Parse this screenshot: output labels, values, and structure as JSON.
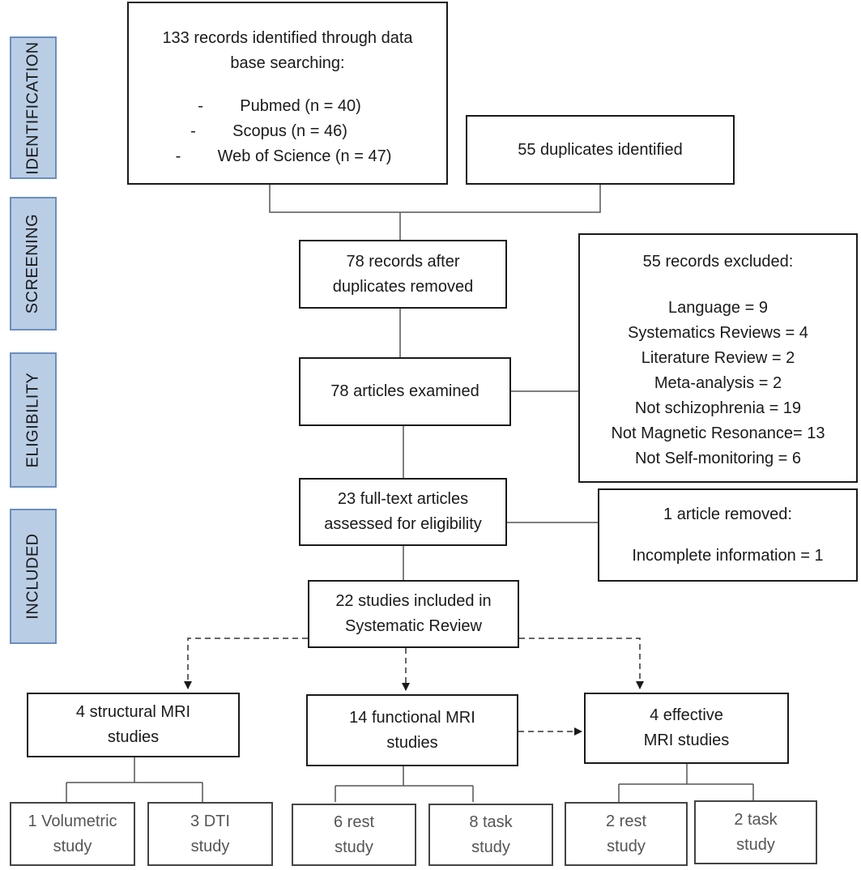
{
  "phases": [
    "IDENTIFICATION",
    "SCREENING",
    "ELIGIBILITY",
    "INCLUDED"
  ],
  "identified": {
    "line1": "133 records identified through data",
    "line2": "base searching:",
    "sources": [
      {
        "bullet": "-",
        "text": "Pubmed (n = 40)"
      },
      {
        "bullet": "-",
        "text": "Scopus (n = 46)"
      },
      {
        "bullet": "-",
        "text": "Web of Science (n = 47)"
      }
    ]
  },
  "duplicates": "55 duplicates identified",
  "after_dupes": [
    "78 records after",
    "duplicates removed"
  ],
  "excluded": {
    "title": "55 records excluded:",
    "reasons": [
      "Language = 9",
      "Systematics Reviews = 4",
      "Literature Review = 2",
      "Meta-analysis = 2",
      "Not schizophrenia = 19",
      "Not Magnetic Resonance= 13",
      "Not Self-monitoring = 6"
    ]
  },
  "examined": "78 articles examined",
  "fulltext": [
    "23 full-text articles",
    "assessed for eligibility"
  ],
  "removed": {
    "title": "1 article removed:",
    "reason": "Incomplete information = 1"
  },
  "included": [
    "22 studies included in",
    "Systematic Review"
  ],
  "structural": [
    "4 structural MRI",
    "studies"
  ],
  "functional": [
    "14 functional MRI",
    "studies"
  ],
  "effective": [
    "4 effective",
    "MRI studies"
  ],
  "volumetric": [
    "1 Volumetric",
    "study"
  ],
  "dti": [
    "3 DTI",
    "study"
  ],
  "f_rest": [
    "6 rest",
    "study"
  ],
  "f_task": [
    "8 task",
    "study"
  ],
  "e_rest": [
    "2 rest",
    "study"
  ],
  "e_task": [
    "2 task",
    "study"
  ]
}
